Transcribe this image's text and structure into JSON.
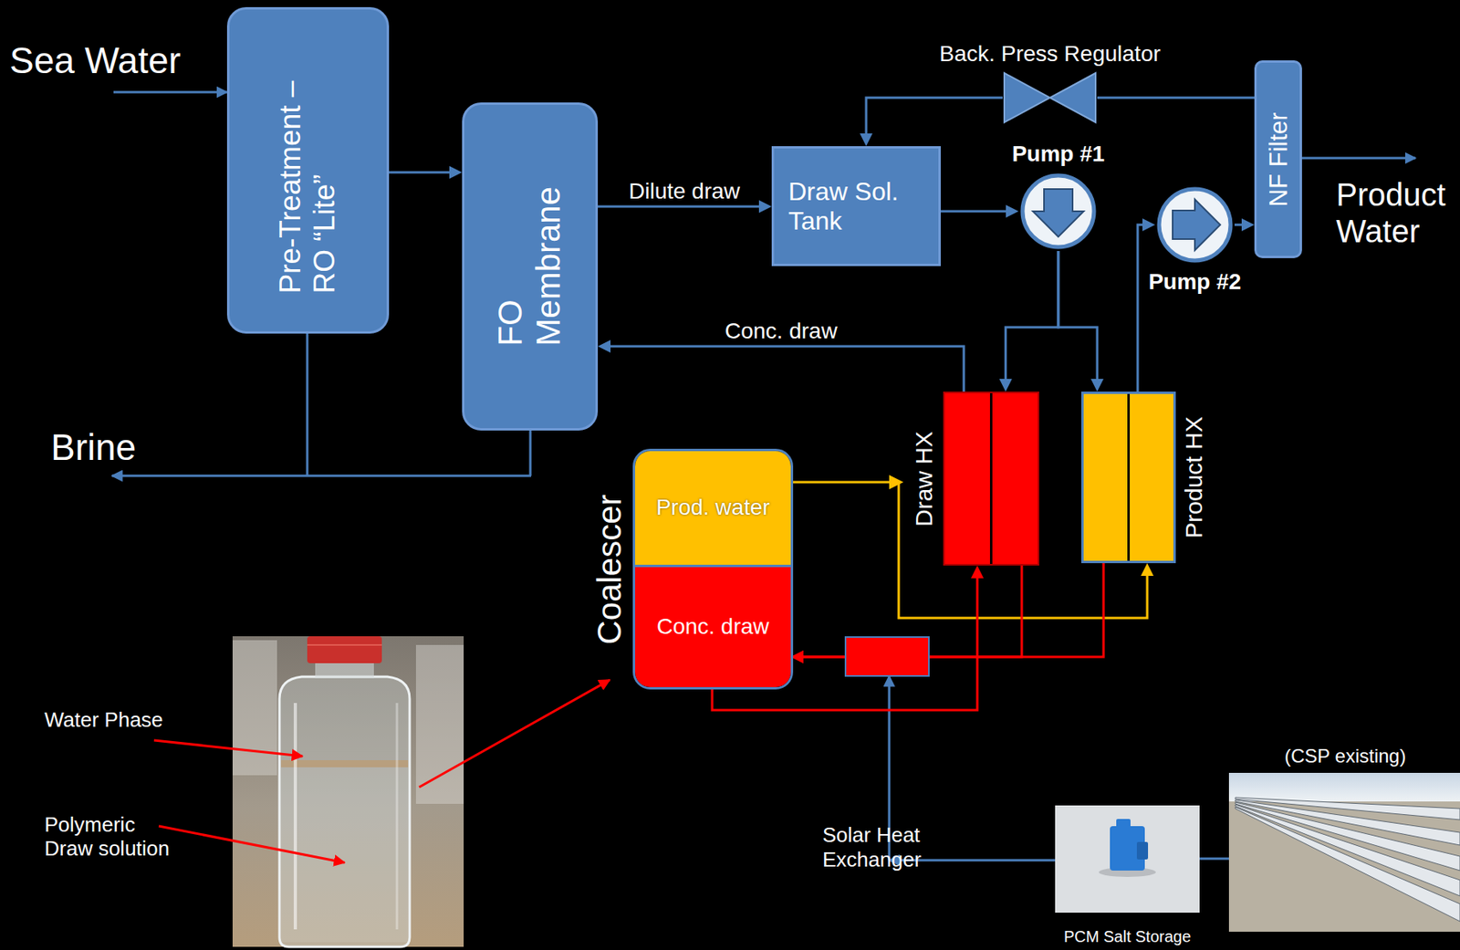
{
  "diagram": {
    "nodes": [
      {
        "text": [
          "Pre-Treatment – RO “Lite”"
        ]
      },
      {
        "text": [
          "FO Membrane"
        ]
      },
      {
        "text": [
          "Back. Press Regulator"
        ]
      },
      {
        "text": [
          "Draw Sol. Tank"
        ]
      },
      {
        "text": [
          "Pump #1"
        ]
      },
      {
        "text": [
          "Pump #2"
        ]
      },
      {
        "text": [
          "NF Filter"
        ]
      },
      {
        "text": [
          "Draw HX"
        ]
      },
      {
        "text": [
          "Product HX"
        ]
      },
      {
        "text": [
          "Coalescer"
        ]
      },
      {
        "text": [
          "Prod. water"
        ],
        "in": 9
      },
      {
        "text": [
          "Conc. draw"
        ],
        "in": 9
      }
    ],
    "edges": [
      {
        "from": 0,
        "to": 1,
        "arrow": "to"
      },
      {
        "from": 1,
        "to": 3,
        "label": "Dilute draw",
        "arrow": "to"
      },
      {
        "from": 3,
        "to": 4,
        "arrow": "to"
      },
      {
        "from": 4,
        "to": 7,
        "arrow": "to"
      },
      {
        "from": 4,
        "to": 8,
        "arrow": "to"
      },
      {
        "from": 7,
        "to": 1,
        "label": "Conc. draw",
        "arrow": "to"
      },
      {
        "from": 8,
        "to": 5,
        "arrow": "to"
      },
      {
        "from": 5,
        "to": 6,
        "arrow": "to"
      },
      {
        "from": 6,
        "to": 2,
        "arrow": "none"
      },
      {
        "from": 2,
        "to": 3,
        "arrow": "to"
      },
      {
        "from": 10,
        "to": 8,
        "arrow": "to"
      },
      {
        "from": 11,
        "to": 7,
        "arrow": "to"
      },
      {
        "from": 7,
        "to": 11,
        "arrow": "to"
      },
      {
        "from": 8,
        "to": 11,
        "arrow": "to"
      }
    ],
    "labels": [
      "Sea Water",
      "Brine",
      "Product Water",
      "Water Phase",
      "Polymeric Draw solution",
      "Solar Heat Exchanger",
      "PCM Salt Storage",
      "(CSP existing)"
    ]
  }
}
